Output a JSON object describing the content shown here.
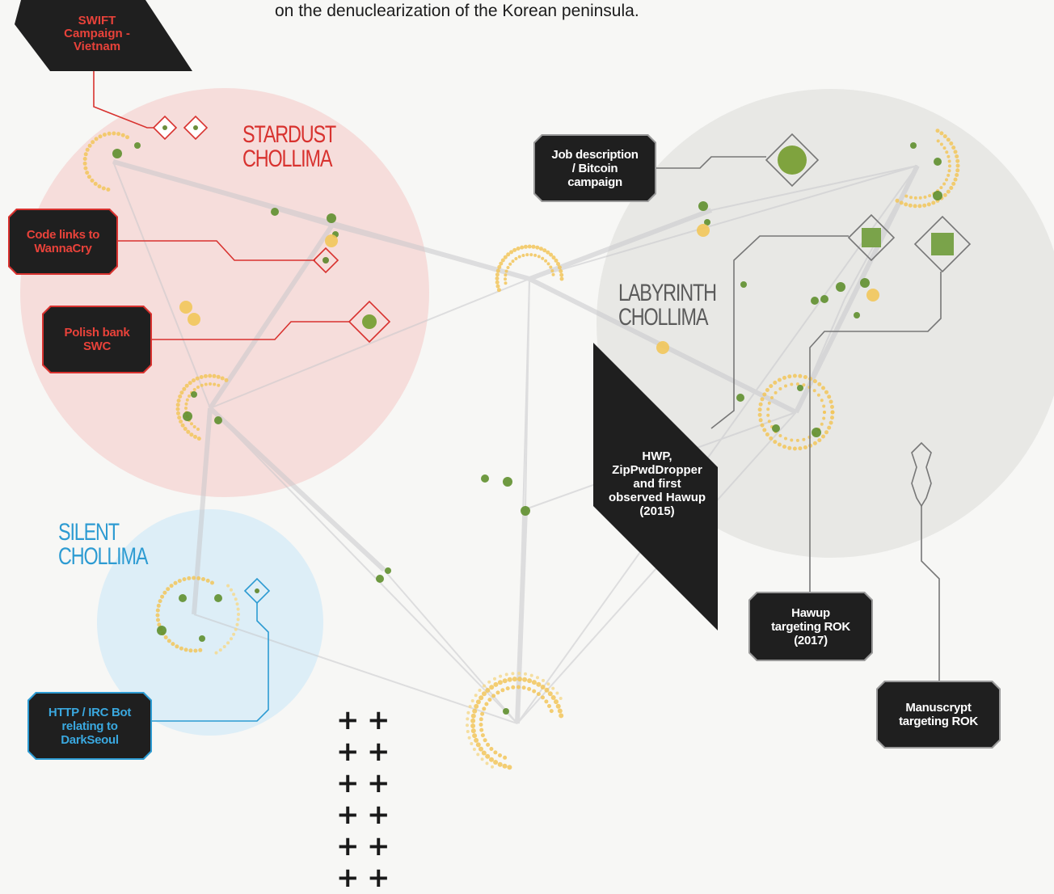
{
  "intro_text": "on the denuclearization of the Korean peninsula.",
  "groups": {
    "stardust": {
      "line1": "STARDUST",
      "line2": "CHOLLIMA",
      "color": "#d8322f",
      "fill": "#f6d8d6"
    },
    "labyrinth": {
      "line1": "LABYRINTH",
      "line2": "CHOLLIMA",
      "color": "#5b5b5b",
      "fill": "#e6e6e4"
    },
    "silent": {
      "line1": "SILENT",
      "line2": "CHOLLIMA",
      "color": "#2d9bd2",
      "fill": "#d9ecf7"
    }
  },
  "labels": {
    "swift": "SWIFT\nCampaign -\nVietnam",
    "code_links": "Code links to\nWannaCry",
    "polish_bank": "Polish bank\nSWC",
    "http_irc": "HTTP / IRC Bot\nrelating to\nDarkSeoul",
    "job_description": "Job description\n/ Bitcoin\ncampaign",
    "hwp": "HWP,\nZipPwdDropper\nand first\nobserved Hawup\n(2015)",
    "hawup": "Hawup\ntargeting ROK\n(2017)",
    "manuscrypt": "Manuscrypt\ntargeting ROK"
  },
  "decorations": {
    "plus_symbol": "+"
  },
  "colors": {
    "node_yellow": "#f2c65a",
    "node_green": "#5f8f2e",
    "edge_grey": "#c9c9cc",
    "label_bg": "#1f1f1f"
  }
}
